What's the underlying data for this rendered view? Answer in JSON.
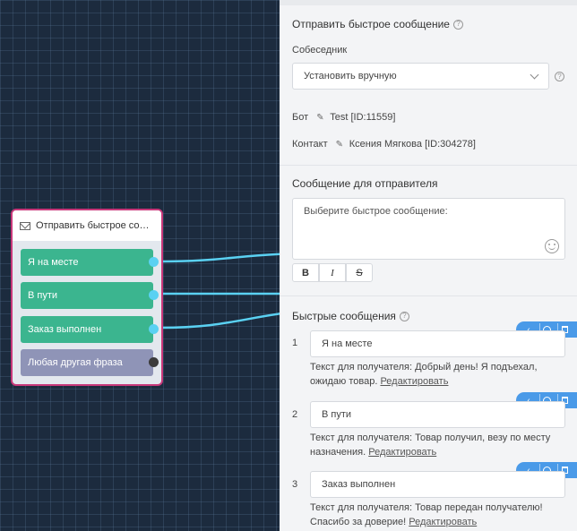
{
  "node": {
    "title": "Отправить быстрое сооб…",
    "buttons": [
      {
        "label": "Я на месте",
        "color": "#3bb58f"
      },
      {
        "label": "В пути",
        "color": "#3bb58f"
      },
      {
        "label": "Заказ выполнен",
        "color": "#3bb58f"
      },
      {
        "label": "Любая другая фраза",
        "color": "#8f94b7"
      }
    ]
  },
  "panel": {
    "title": "Отправить быстрое сообщение",
    "interlocutor_label": "Собеседник",
    "interlocutor_value": "Установить вручную",
    "bot_label": "Бот",
    "bot_value": "Test [ID:11559]",
    "contact_label": "Контакт",
    "contact_value": "Ксения Мягкова [ID:304278]",
    "sender_message_title": "Сообщение для отправителя",
    "sender_message_placeholder": "Выберите быстрое сообщение:",
    "format": {
      "bold": "B",
      "italic": "I",
      "strike": "S"
    },
    "quick_title": "Быстрые сообщения",
    "edit_label": "Редактировать",
    "quick": [
      {
        "num": "1",
        "value": "Я на месте",
        "text": "Текст для получателя: Добрый день! Я подъехал, ожидаю товар."
      },
      {
        "num": "2",
        "value": "В пути",
        "text": "Текст для получателя: Товар получил, везу по месту назначения."
      },
      {
        "num": "3",
        "value": "Заказ выполнен",
        "text": "Текст для получателя: Товар передан получателю! Спасибо за доверие!"
      }
    ]
  },
  "colors": {
    "accent": "#4a9ae8",
    "node_border": "#c8387a",
    "link": "#5ad1f2"
  }
}
